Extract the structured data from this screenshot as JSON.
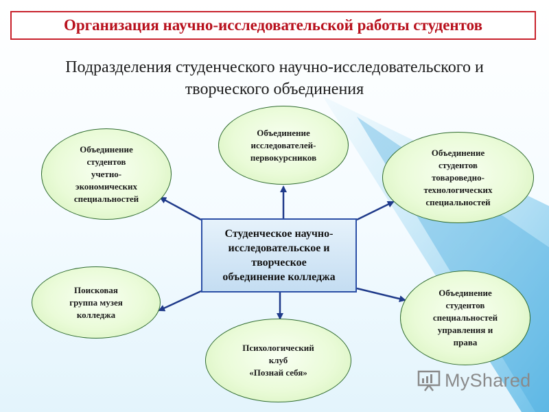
{
  "title": "Организация научно-исследовательской работы студентов",
  "subtitle": "Подразделения студенческого научно-исследовательского и\nтворческого объединения",
  "center": "Студенческое научно-\nисследовательское и\nтворческое\nобъединение колледжа",
  "nodes": {
    "first_year": "Объединение\nисследователей-\nпервокурсников",
    "economics": "Объединение\nстудентов\nучетно-\nэкономических\nспециальностей",
    "commodity": "Объединение\nстудентов\nтовароведно-\nтехнологических\nспециальностей",
    "museum": "Поисковая\nгруппа музея\nколледжа",
    "management": "Объединение\nстудентов\nспециальностей\nуправления и\nправа",
    "psychology": "Психологический\nклуб\n«Познай себя»"
  },
  "watermark": "MyShared",
  "colors": {
    "title_red": "#b8111d",
    "arrow_blue": "#1f3a8a",
    "node_border": "#2f6b2f",
    "center_border": "#2b4fa6"
  }
}
